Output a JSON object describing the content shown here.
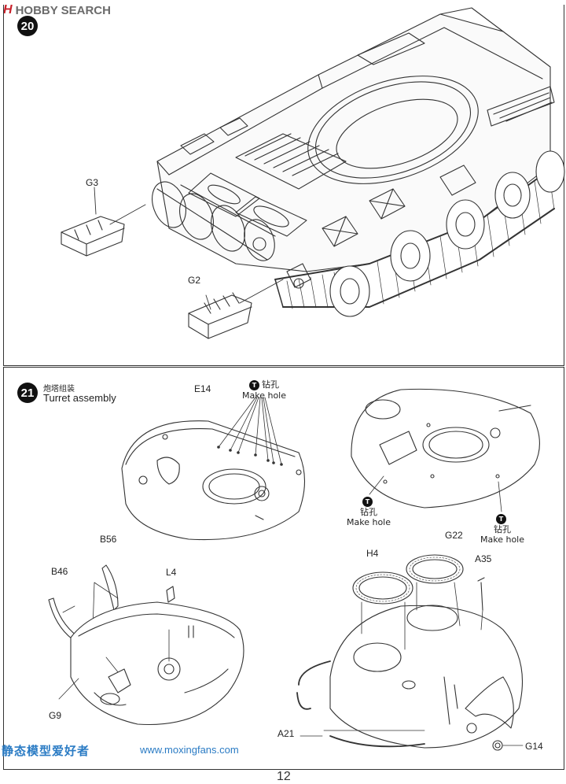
{
  "watermark": {
    "logo": "H",
    "brand": "HOBBY SEARCH",
    "bottom_cn": "静态模型爱好者",
    "bottom_url": "www.moxingfans.com"
  },
  "step20": {
    "number": "20",
    "parts": {
      "g3": "G3",
      "g2": "G2"
    }
  },
  "step21": {
    "number": "21",
    "title_cn": "炮塔组装",
    "title_en": "Turret assembly",
    "parts": {
      "e14": "E14",
      "b56": "B56",
      "b46": "B46",
      "l4": "L4",
      "g9": "G9",
      "h4": "H4",
      "g22": "G22",
      "a35": "A35",
      "a21": "A21",
      "g14": "G14"
    },
    "make_hole": {
      "icon": "T",
      "cn": "钻孔",
      "en": "Make hole"
    }
  },
  "page_number": "12"
}
